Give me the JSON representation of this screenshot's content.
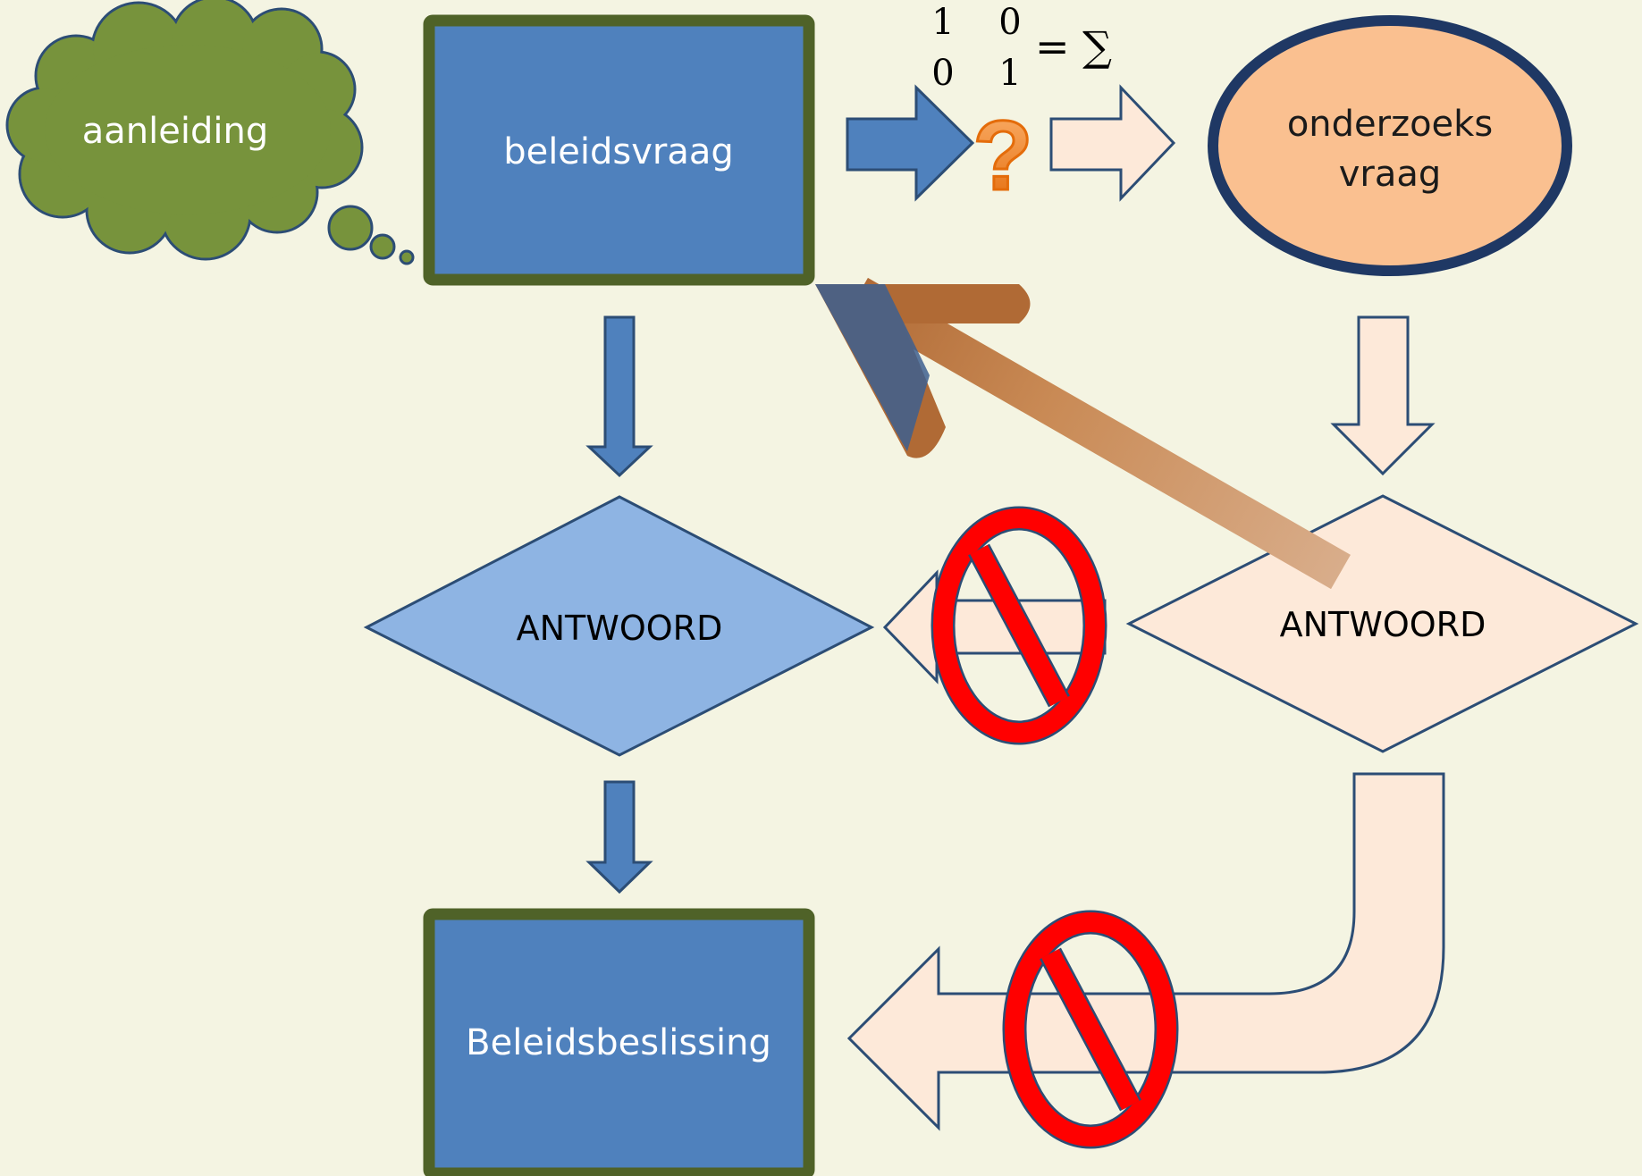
{
  "labels": {
    "aanleiding": "aanleiding",
    "beleidsvraag": "beleidsvraag",
    "onderzoeksvraag_line1": "onderzoeks",
    "onderzoeksvraag_line2": "vraag",
    "antwoord_left": "ANTWOORD",
    "antwoord_right": "ANTWOORD",
    "beleidsbeslissing": "Beleidsbeslissing",
    "question_mark": "?"
  },
  "matrix": {
    "r1c1": "1",
    "r1c2": "0",
    "r2c1": "0",
    "r2c2": "1",
    "equals_sum": "= ∑"
  },
  "colors": {
    "background": "#f4f4e2",
    "policy_blue": "#4f81bd",
    "policy_border_green": "#4f6228",
    "cloud_green": "#77933c",
    "cloud_border": "#2c4d75",
    "research_ellipse": "#fac090",
    "research_border": "#1f3864",
    "light_peach": "#fde9d9",
    "diamond_light_blue": "#8eb4e3",
    "prohibit_red": "#ff0000",
    "orange_question": "#f79646"
  }
}
